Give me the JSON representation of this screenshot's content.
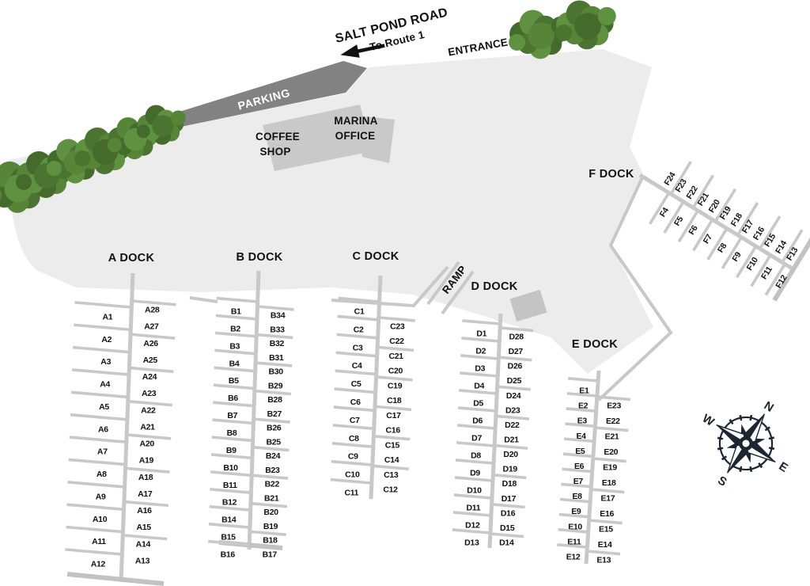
{
  "road": {
    "name": "SALT POND ROAD",
    "direction": "To Route 1"
  },
  "labels": {
    "entrance": "ENTRANCE",
    "parking": "PARKING",
    "ramp": "RAMP"
  },
  "buildings": {
    "coffee_shop_lines": [
      "COFFEE",
      "SHOP"
    ],
    "marina_office_lines": [
      "MARINA",
      "OFFICE"
    ]
  },
  "compass": {
    "n": "N",
    "e": "E",
    "s": "S",
    "w": "W"
  },
  "colors": {
    "land": "#ececec",
    "parking_lot": "#828282",
    "building": "#c9c9c9",
    "dock": "#c8c8c8",
    "compass": "#1b2631",
    "text": "#111111",
    "tree_greens": [
      "#4a7430",
      "#568538",
      "#446b2c",
      "#5f9240"
    ]
  },
  "docks": [
    {
      "id": "A",
      "label": "A DOCK",
      "left_slips": [
        "A1",
        "A2",
        "A3",
        "A4",
        "A5",
        "A6",
        "A7",
        "A8",
        "A9",
        "A10",
        "A11",
        "A12"
      ],
      "right_slips": [
        "A28",
        "A27",
        "A26",
        "A25",
        "A24",
        "A23",
        "A22",
        "A21",
        "A20",
        "A19",
        "A18",
        "A17",
        "A16",
        "A15",
        "A14",
        "A13"
      ]
    },
    {
      "id": "B",
      "label": "B DOCK",
      "left_slips": [
        "B1",
        "B2",
        "B3",
        "B4",
        "B5",
        "B6",
        "B7",
        "B8",
        "B9",
        "B10",
        "B11",
        "B12",
        "B14",
        "B15",
        "B16"
      ],
      "right_slips": [
        "B34",
        "B33",
        "B32",
        "B31",
        "B30",
        "B29",
        "B28",
        "B27",
        "B26",
        "B25",
        "B24",
        "B23",
        "B22",
        "B21",
        "B20",
        "B19",
        "B18",
        "B17"
      ]
    },
    {
      "id": "C",
      "label": "C DOCK",
      "left_slips": [
        "C1",
        "C2",
        "C3",
        "C4",
        "C5",
        "C6",
        "C7",
        "C8",
        "C9",
        "C10",
        "C11"
      ],
      "right_slips": [
        "C23",
        "C22",
        "C21",
        "C20",
        "C19",
        "C18",
        "C17",
        "C16",
        "C15",
        "C14",
        "C13",
        "C12"
      ]
    },
    {
      "id": "D",
      "label": "D DOCK",
      "left_slips": [
        "D1",
        "D2",
        "D3",
        "D4",
        "D5",
        "D6",
        "D7",
        "D8",
        "D9",
        "D10",
        "D11",
        "D12",
        "D13"
      ],
      "right_slips": [
        "D28",
        "D27",
        "D26",
        "D25",
        "D24",
        "D23",
        "D22",
        "D21",
        "D20",
        "D19",
        "D18",
        "D17",
        "D16",
        "D15",
        "D14"
      ]
    },
    {
      "id": "E",
      "label": "E DOCK",
      "left_slips": [
        "E1",
        "E2",
        "E3",
        "E4",
        "E5",
        "E6",
        "E7",
        "E8",
        "E9",
        "E10",
        "E11",
        "E12"
      ],
      "right_slips": [
        "E23",
        "E22",
        "E21",
        "E20",
        "E19",
        "E18",
        "E17",
        "E16",
        "E15",
        "E14",
        "E13"
      ]
    },
    {
      "id": "F",
      "label": "F DOCK",
      "upper_slips": [
        "F24",
        "F23",
        "F22",
        "F21",
        "F20",
        "F19",
        "F18",
        "F17",
        "F16",
        "F15",
        "F14",
        "F13"
      ],
      "lower_slips": [
        "F4",
        "F5",
        "F6",
        "F7",
        "F8",
        "F9",
        "F10",
        "F11",
        "F12"
      ]
    }
  ]
}
